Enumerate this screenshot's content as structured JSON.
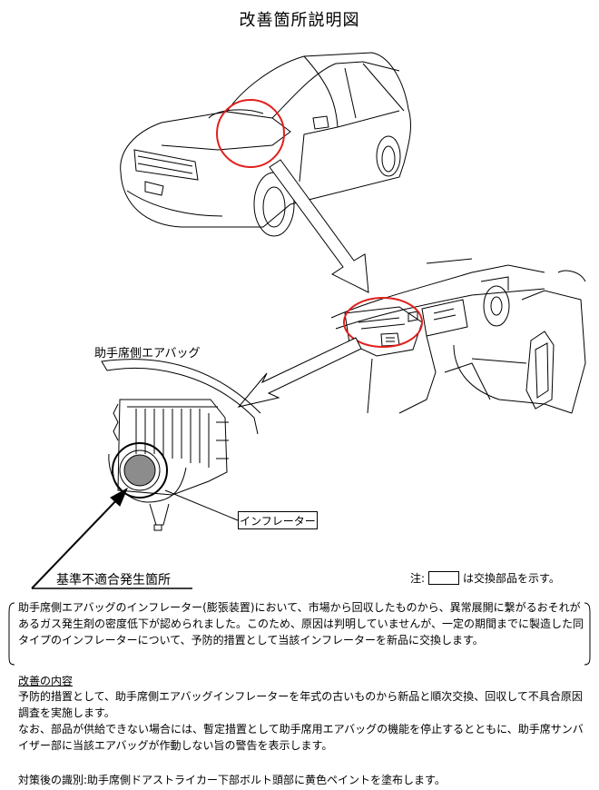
{
  "title": "改善箇所説明図",
  "labels": {
    "passenger_airbag": "助手席側エアバッグ",
    "inflator": "インフレーター",
    "nonconforming_location": "基準不適合発生箇所",
    "legend_prefix": "注:",
    "legend_suffix": "は交換部品を示す。"
  },
  "summary": "助手席側エアバッグのインフレーター(膨張装置)において、市場から回収したものから、異常展開に繋がるおそれがあるガス発生剤の密度低下が認められました。このため、原因は判明していませんが、一定の期間までに製造した同タイプのインフレーターについて、予防的措置として当該インフレーターを新品に交換します。",
  "improvement": {
    "heading": "改善の内容",
    "paragraphs": [
      "予防的措置として、助手席側エアバッグインフレーターを年式の古いものから新品と順次交換、回収して不具合原因調査を実施します。",
      "なお、部品が供給できない場合には、暫定措置として助手席用エアバッグの機能を停止するとともに、助手席サンバイザー部に当該エアバッグが作動しない旨の警告を表示します。"
    ]
  },
  "identification": "対策後の識別:助手席側ドアストライカー下部ボルト頭部に黄色ペイントを塗布します。",
  "colors": {
    "highlight": "#e0201c",
    "replaced_part": "#8c8c8c",
    "line": "#000000"
  }
}
